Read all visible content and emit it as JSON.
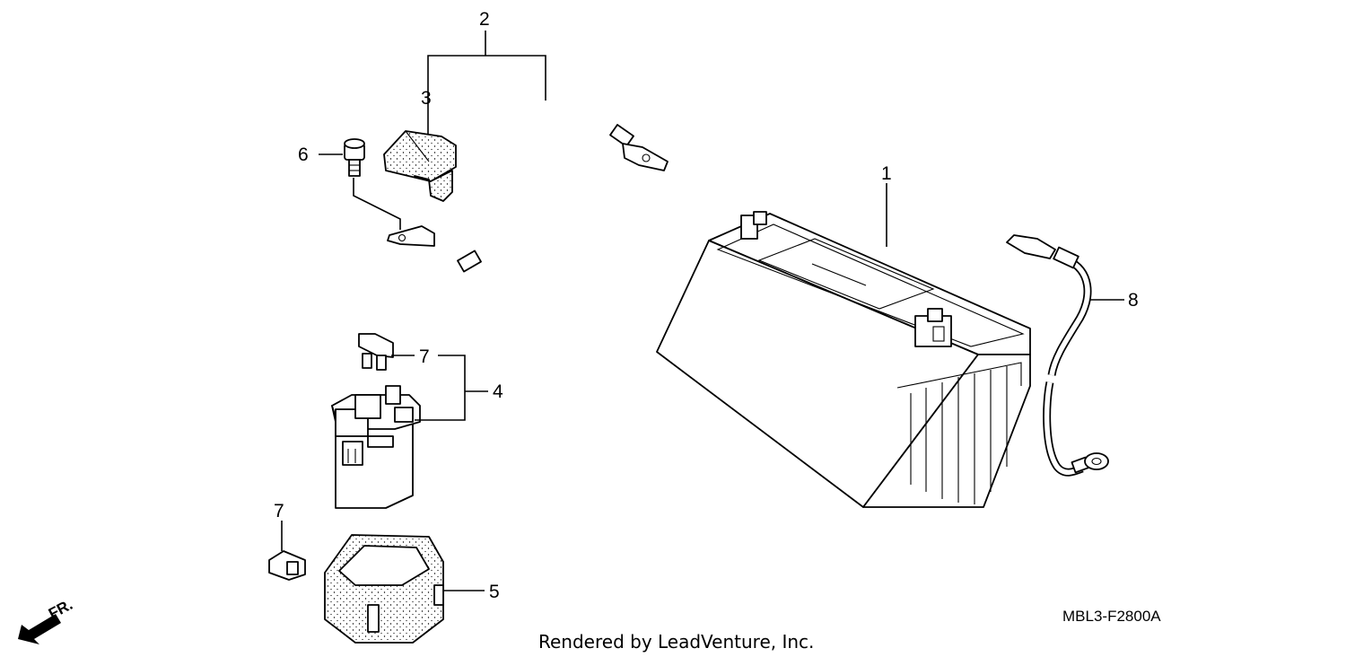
{
  "callouts": {
    "c1": "1",
    "c2": "2",
    "c3": "3",
    "c4": "4",
    "c5": "5",
    "c6": "6",
    "c7a": "7",
    "c7b": "7",
    "c8": "8"
  },
  "diagram_code": "MBL3-F2800A",
  "credit": "Rendered by LeadVenture, Inc.",
  "direction_label": "FR."
}
